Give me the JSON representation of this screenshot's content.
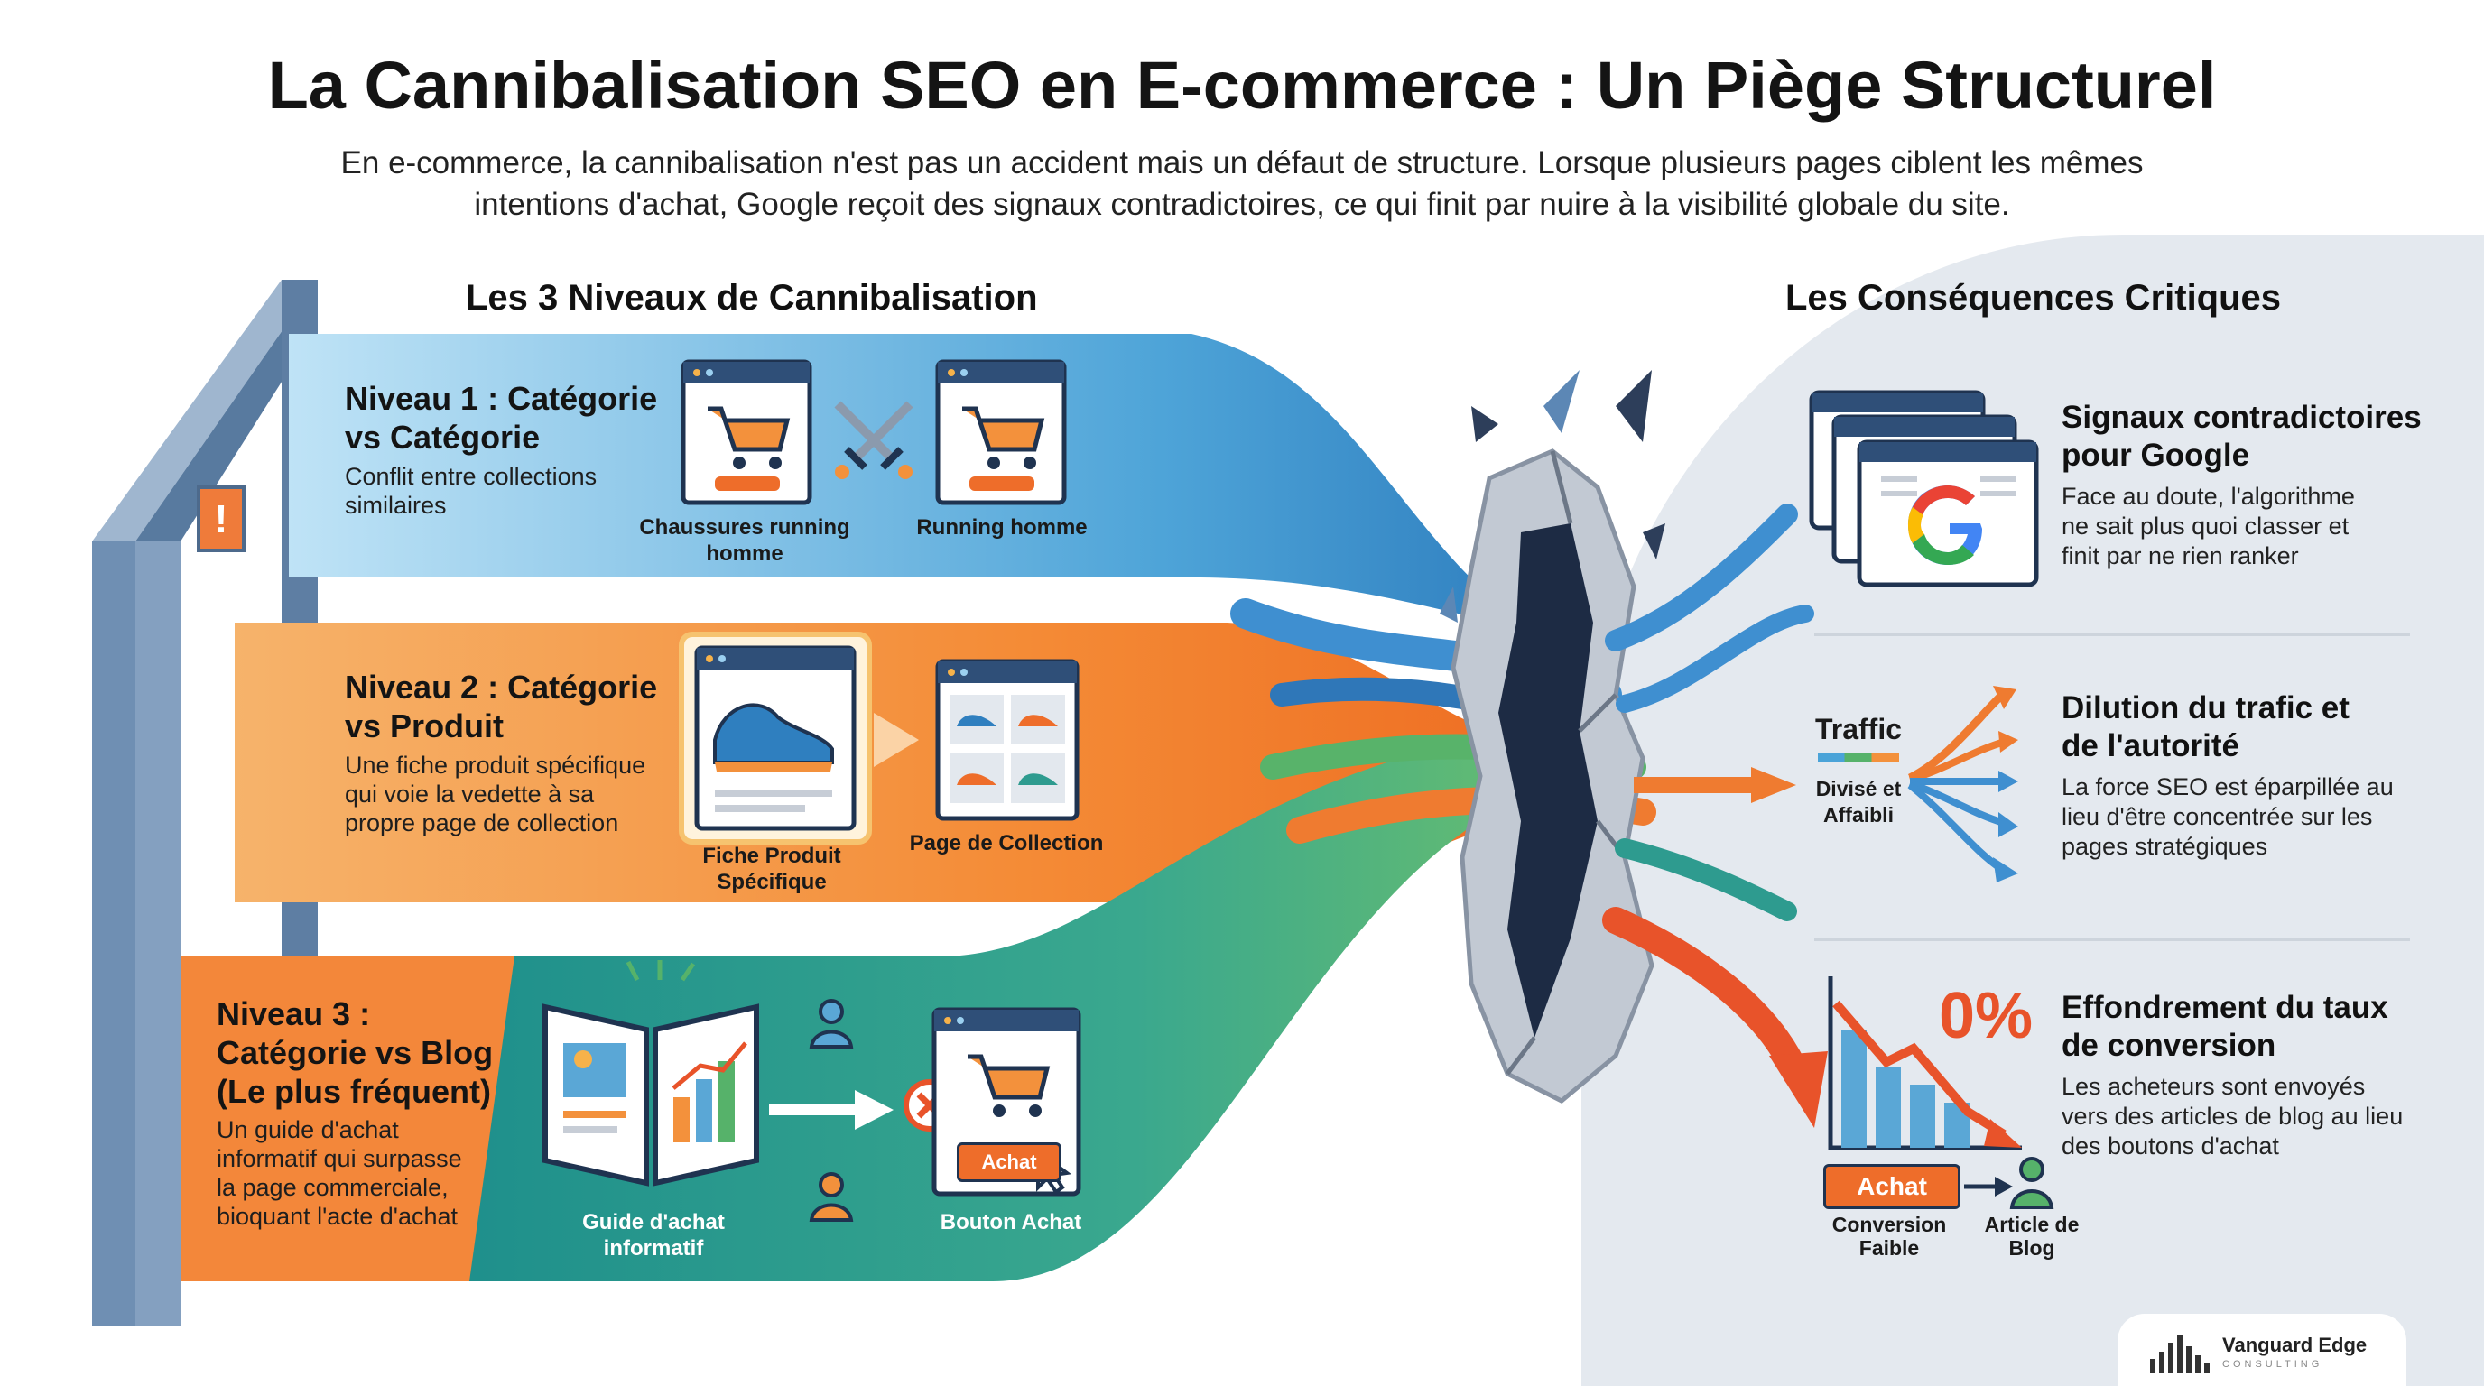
{
  "title": "La Cannibalisation SEO en E-commerce : Un Piège Structurel",
  "subtitle": "En e-commerce, la cannibalisation n'est pas un accident mais un défaut de structure. Lorsque plusieurs pages ciblent les mêmes intentions d'achat, Google reçoit des signaux contradictoires, ce qui finit par nuire à la visibilité globale du site.",
  "left": {
    "heading": "Les 3 Niveaux de Cannibalisation",
    "levels": [
      {
        "title": "Niveau 1 : Catégorie vs Catégorie",
        "desc": "Conflit entre collections similaires",
        "item_a": "Chaussures running homme",
        "item_b": "Running homme",
        "color": "#5aa7d6"
      },
      {
        "title": "Niveau 2 : Catégorie vs Produit",
        "desc": "Une fiche produit spécifique qui voie la vedette à sa propre page de collection",
        "item_a": "Fiche Produit Spécifique",
        "item_b": "Page de Collection",
        "color": "#f39a4a"
      },
      {
        "title": "Niveau 3 : Catégorie vs Blog (Le plus fréquent)",
        "desc": "Un guide d'achat informatif qui surpasse la page commerciale, bioquant l'acte d'achat",
        "item_a": "Guide d'achat informatif",
        "item_b": "Bouton Achat",
        "button_label": "Achat",
        "color": "#2e9b8f"
      }
    ]
  },
  "right": {
    "heading": "Les Conséquences Critiques",
    "items": [
      {
        "title": "Signaux contradictoires pour Google",
        "desc": "Face au doute, l'algorithme ne sait plus quoi classer et finit par ne rien ranker"
      },
      {
        "title": "Dilution du trafic et de l'autorité",
        "desc": "La force SEO est éparpillée au lieu d'être concentrée sur les pages stratégiques",
        "label_main": "Traffic",
        "label_sub": "Divisé et Affaibli"
      },
      {
        "title": "Effondrement du taux de conversion",
        "desc": "Les acheteurs sont envoyés vers des articles de blog au lieu des boutons d'achat",
        "percent": "0%",
        "button_label": "Achat",
        "label_left": "Conversion Faible",
        "label_right": "Article de Blog"
      }
    ]
  },
  "brand": {
    "name": "Vanguard Edge",
    "tagline": "CONSULTING"
  },
  "colors": {
    "blue": "#4aa3d8",
    "orange": "#f3913c",
    "teal": "#2e9b8f",
    "green": "#56b26a",
    "red": "#e8532a",
    "frame": "#6f8fb3"
  }
}
